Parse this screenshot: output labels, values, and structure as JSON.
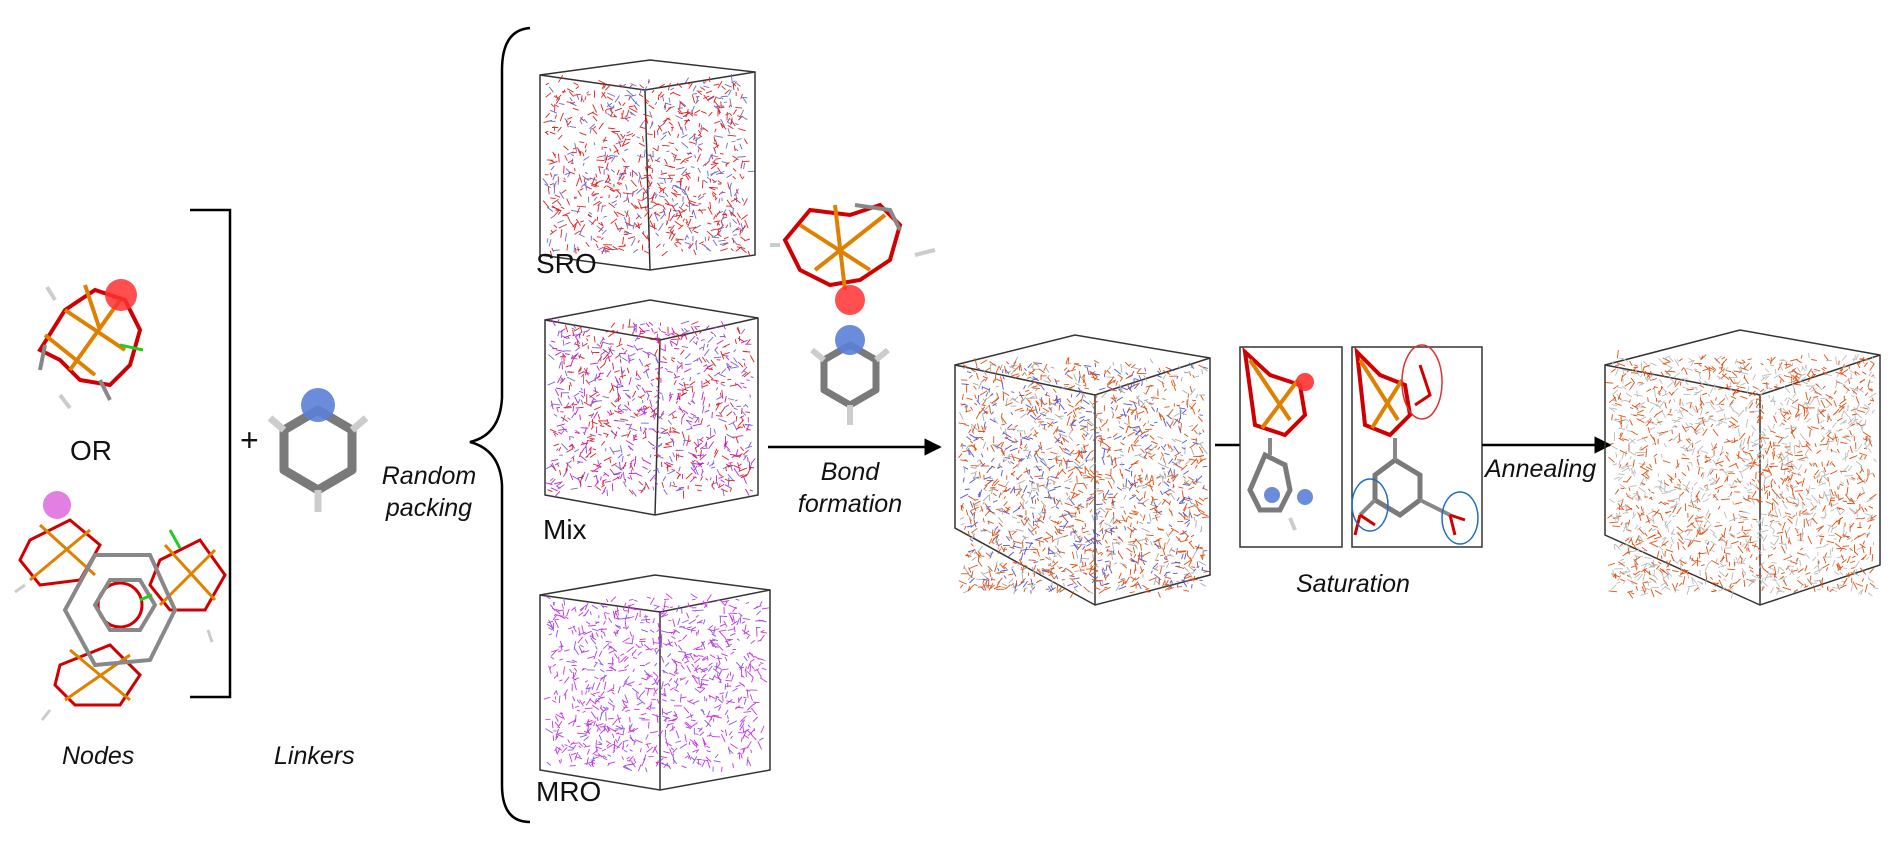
{
  "labels": {
    "nodes": "Nodes",
    "linkers": "Linkers",
    "or": "OR",
    "random_packing_line1": "Random",
    "random_packing_line2": "packing",
    "sro": "SRO",
    "mix": "Mix",
    "mro": "MRO",
    "bond_formation_line1": "Bond",
    "bond_formation_line2": "formation",
    "saturation": "Saturation",
    "annealing": "Annealing"
  },
  "colors": {
    "oxygen": "#e00000",
    "metal": "#e08000",
    "carbon": "#808080",
    "hydrogen": "#cccccc",
    "connector_red": "#ff4040",
    "connector_blue": "#5a7fd6",
    "connector_magenta": "#e070e0",
    "circle_blue": "#1f6fbf",
    "circle_red": "#e03030",
    "bond_green": "#22cc22",
    "sro_network": "#e02020",
    "mix_network": "#c020d0",
    "mro_network": "#cc33dd",
    "final_network": "#e05010"
  },
  "operators": {
    "plus": "+"
  }
}
